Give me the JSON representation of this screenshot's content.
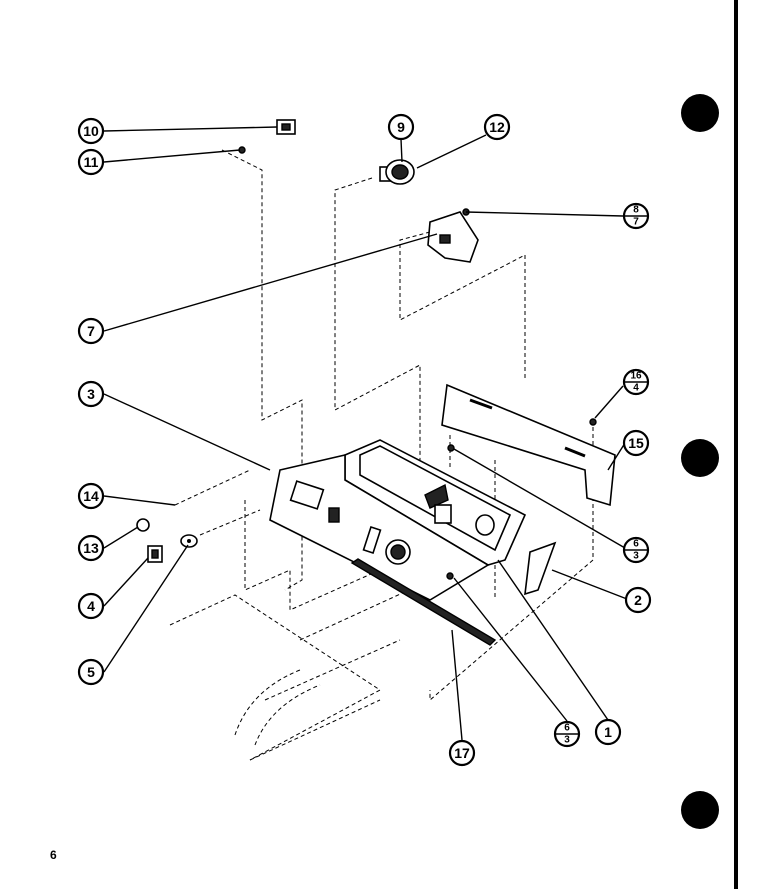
{
  "page_number": "6",
  "callouts": {
    "c10": "10",
    "c11": "11",
    "c9": "9",
    "c12": "12",
    "c8_top": "8",
    "c8_bot": "7",
    "c7": "7",
    "c3": "3",
    "c14": "14",
    "c13": "13",
    "c4": "4",
    "c5": "5",
    "c16_top": "16",
    "c16_bot": "4",
    "c15": "15",
    "c6a_top": "6",
    "c6a_bot": "3",
    "c2": "2",
    "c6b_top": "6",
    "c6b_bot": "3",
    "c1": "1",
    "c17": "17"
  },
  "colors": {
    "ink": "#000000",
    "paper": "#ffffff"
  }
}
